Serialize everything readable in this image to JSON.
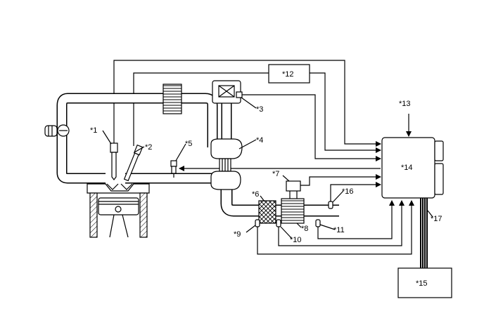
{
  "labels": {
    "c1": "*1",
    "c2": "*2",
    "c3": "*3",
    "c4": "*4",
    "c5": "*5",
    "c6": "*6",
    "c7": "*7",
    "c8": "*8",
    "c9": "*9",
    "c10": "*10",
    "c11": "*11",
    "c12": "*12",
    "c13": "*13",
    "c14": "*14",
    "c15": "*15",
    "c16": "*16",
    "c17": "*17"
  }
}
